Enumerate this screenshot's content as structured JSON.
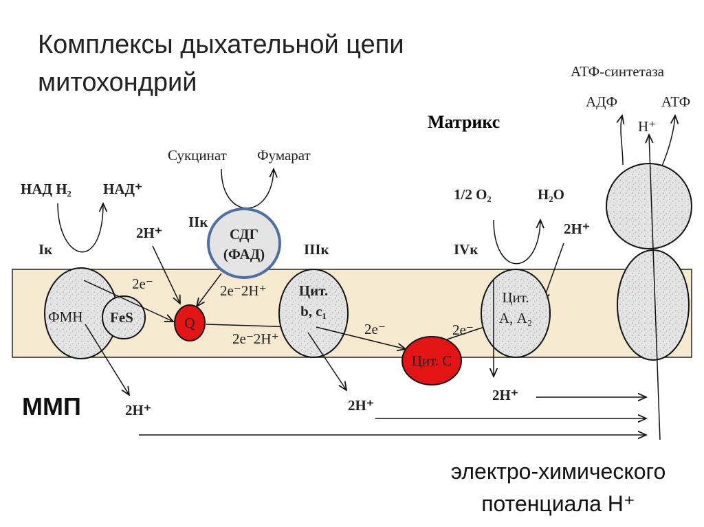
{
  "title": {
    "line1": "Комплексы дыхательной цепи",
    "line2": "митохондрий"
  },
  "regions": {
    "matrix": "Матрикс",
    "imm": "ММП"
  },
  "bottom_caption": {
    "line1": "электро-химического",
    "line2": "потенциала Н⁺"
  },
  "complex1": {
    "label": "Iк",
    "fmn": "ФМН",
    "fes": "FeS",
    "substrate": "НАД Н₂",
    "product": "НАД⁺"
  },
  "complex2": {
    "label": "IIк",
    "enzyme_line1": "СДГ",
    "enzyme_line2": "(ФАД)",
    "substrate": "Сукцинат",
    "product": "Фумарат"
  },
  "complex3": {
    "label": "IIIк",
    "line1": "Цит.",
    "line2": "b, c₁"
  },
  "complex4": {
    "label": "IVк",
    "line1": "Цит.",
    "line2": "А, А₂",
    "substrate": "1/2 О₂",
    "product": "Н₂О"
  },
  "atp_synthase": {
    "name": "АТФ-синтетаза",
    "adp": "АДФ",
    "atp": "АТФ",
    "proton": "Н⁺"
  },
  "carriers": {
    "q": "Q",
    "cyt_c": "Цит. С"
  },
  "labels": {
    "two_e": "2е⁻",
    "two_h": "2Н⁺",
    "two_e_two_h": "2е⁻2Н⁺"
  },
  "colors": {
    "membrane": "#f5e9cf",
    "carrier_red": "#e31414",
    "ring_blue": "#4d6fa3"
  }
}
